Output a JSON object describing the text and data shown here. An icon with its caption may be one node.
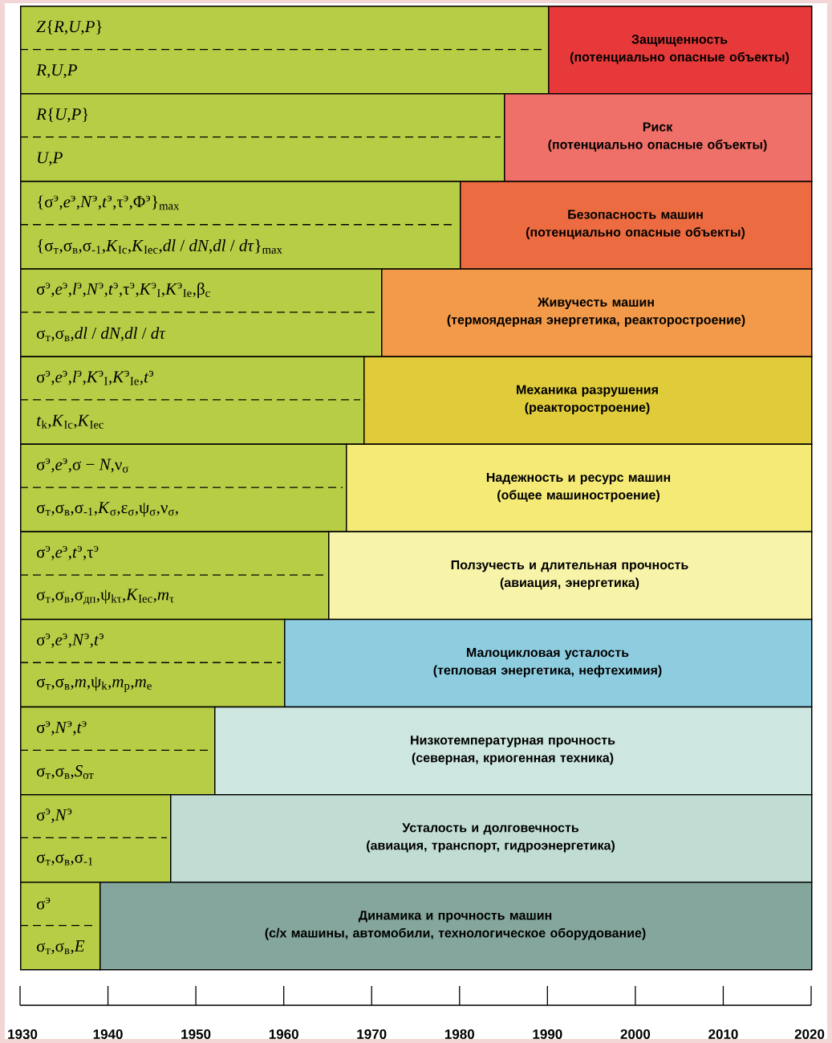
{
  "diagram": {
    "nodes": [
      {
        "text": [
          "*Z*{*R*,*U*,*P*}",
          "*R*,*U*,*P*"
        ]
      },
      {
        "text": [
          "Защищенность",
          "(потенциально опасные объекты)"
        ]
      },
      {
        "text": [
          "*R*{*U*,*P*}",
          "*U*,*P*"
        ]
      },
      {
        "text": [
          "Риск",
          "(потенциально опасные объекты)"
        ]
      },
      {
        "text": [
          "{σ$^{э}$,*e*$^{э}$,*N*$^{э}$,*t*$^{э}$,τ$^{э}$,Φ$^{э}$}$_{max}$",
          "{σ$_{т}$,σ$_{в}$,σ$_{-1}$,*K*$_{Ic}$,*K*$_{Iec}$,*dl* / *dN*,*dl* / *dτ*}$_{max}$"
        ]
      },
      {
        "text": [
          "Безопасность машин",
          "(потенциально опасные объекты)"
        ]
      },
      {
        "text": [
          "σ$^{э}$,*e*$^{э}$,*l*$^{э}$,*N*$^{э}$,*t*$^{э}$,τ$^{э}$,*K*$^{э}$$_{I}$,*K*$^{э}$$_{Ie}$,β$_{c}$",
          "σ$_{т}$,σ$_{в}$,*dl* / *dN*,*dl* / *dτ*"
        ]
      },
      {
        "text": [
          "Живучесть машин",
          "(термоядерная энергетика, реакторостроение)"
        ]
      },
      {
        "text": [
          "σ$^{э}$,*e*$^{э}$,*l*$^{э}$,*K*$^{э}$$_{I}$,*K*$^{э}$$_{Ie}$,*t*$^{э}$",
          "*t*$_{k}$,*K*$_{Ic}$,*K*$_{Iec}$"
        ]
      },
      {
        "text": [
          "Механика разрушения",
          "(реакторостроение)"
        ]
      },
      {
        "text": [
          "σ$^{э}$,*e*$^{э}$,σ − *N*,ν$_{σ}$",
          "σ$_{т}$,σ$_{в}$,σ$_{-1}$,*K*$_{σ}$,ε$_{σ}$,ψ$_{σ}$,ν$_{σ}$,"
        ]
      },
      {
        "text": [
          "Надежность и ресурс машин",
          "(общее машиностроение)"
        ]
      },
      {
        "text": [
          "σ$^{э}$,*e*$^{э}$,*t*$^{э}$,τ$^{э}$",
          "σ$_{т}$,σ$_{в}$,σ$_{дп}$,ψ$_{kτ}$,*K*$_{Iec}$,*m*$_{τ}$"
        ]
      },
      {
        "text": [
          "Ползучесть и длительная прочность",
          "(авиация, энергетика)"
        ]
      },
      {
        "text": [
          "σ$^{э}$,*e*$^{э}$,*N*$^{э}$,*t*$^{э}$",
          "σ$_{т}$,σ$_{в}$,*m*,ψ$_{k}$,*m*$_{p}$,*m*$_{e}$"
        ]
      },
      {
        "text": [
          "Малоцикловая усталость",
          "(тепловая энергетика, нефтехимия)"
        ]
      },
      {
        "text": [
          "σ$^{э}$,*N*$^{э}$,*t*$^{э}$",
          "σ$_{т}$,σ$_{в}$,*S*$_{от}$"
        ]
      },
      {
        "text": [
          "Низкотемпературная прочность",
          "(северная, криогенная техника)"
        ]
      },
      {
        "text": [
          "σ$^{э}$,*N*$^{э}$",
          "σ$_{т}$,σ$_{в}$,σ$_{-1}$"
        ]
      },
      {
        "text": [
          "Усталость и долговечность",
          "(авиация, транспорт, гидроэнергетика)"
        ]
      },
      {
        "text": [
          "σ$^{э}$",
          "σ$_{т}$,σ$_{в}$,*E*"
        ]
      },
      {
        "text": [
          "Динамика и прочность машин",
          "(с/х машины, автомобили, технологическое оборудование)"
        ]
      }
    ],
    "labels": [
      "1930",
      "1940",
      "1950",
      "1960",
      "1970",
      "1980",
      "1990",
      "2000",
      "2010",
      "2020"
    ]
  }
}
